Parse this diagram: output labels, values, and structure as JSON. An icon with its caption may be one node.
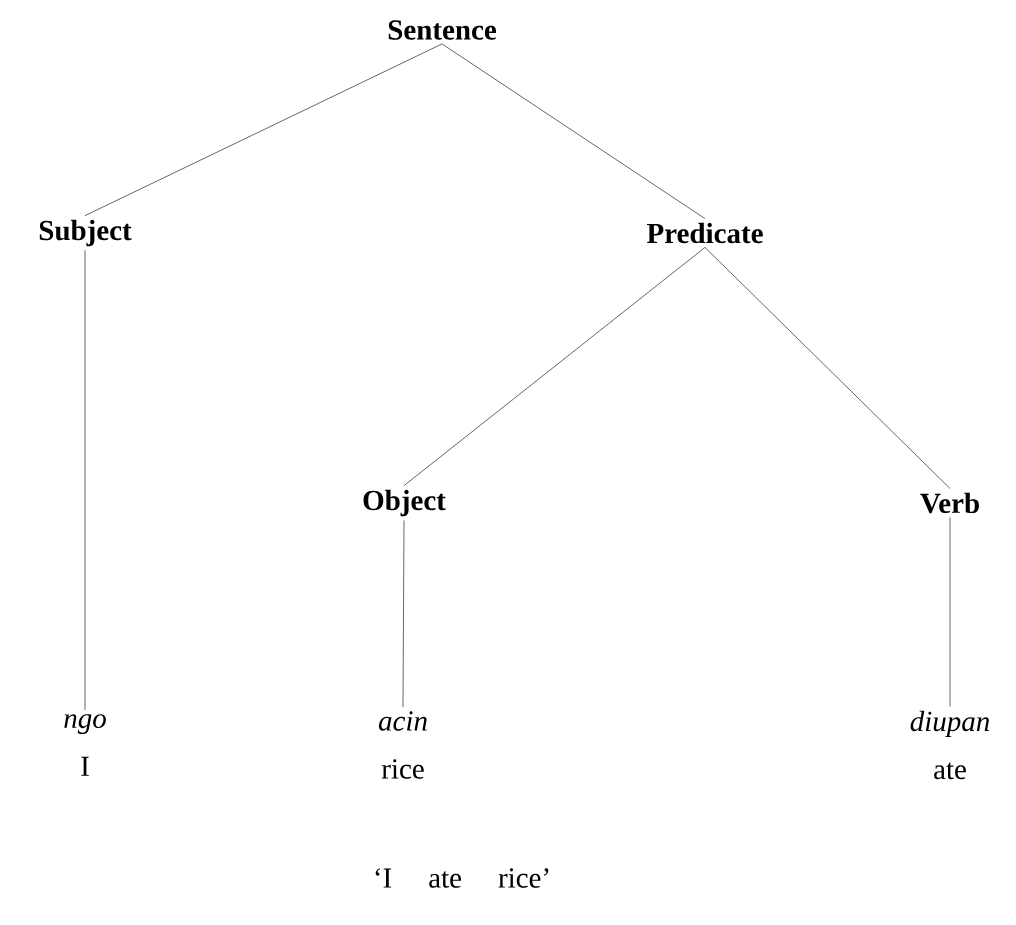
{
  "diagram": {
    "nodes": [
      {
        "text": [
          "Sentence"
        ]
      },
      {
        "text": [
          "Subject"
        ]
      },
      {
        "text": [
          "Predicate"
        ]
      },
      {
        "text": [
          "Object"
        ]
      },
      {
        "text": [
          "Verb"
        ]
      },
      {
        "text": [
          "ngo",
          "I"
        ]
      },
      {
        "text": [
          "acin",
          "rice"
        ]
      },
      {
        "text": [
          "diupan",
          "ate"
        ]
      }
    ],
    "edges": [
      {
        "from": 0,
        "to": 1,
        "arrow": "none"
      },
      {
        "from": 0,
        "to": 2,
        "arrow": "none"
      },
      {
        "from": 1,
        "to": 5,
        "arrow": "none"
      },
      {
        "from": 2,
        "to": 3,
        "arrow": "none"
      },
      {
        "from": 2,
        "to": 4,
        "arrow": "none"
      },
      {
        "from": 3,
        "to": 6,
        "arrow": "none"
      },
      {
        "from": 4,
        "to": 7,
        "arrow": "none"
      }
    ],
    "labels": [
      "‘I ate rice’"
    ]
  }
}
